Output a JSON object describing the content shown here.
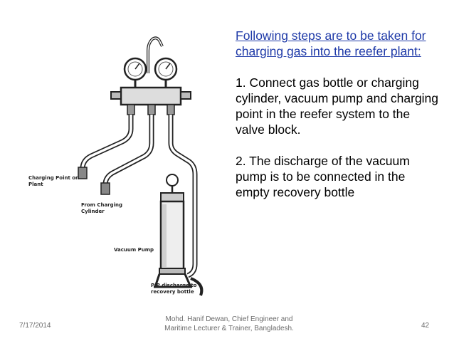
{
  "diagram": {
    "labels": {
      "charging_point": "Charging Point on Plant",
      "from_cylinder": "From Charging Cylinder",
      "vacuum_pump": "Vacuum Pump",
      "discharge": "P/P discharge to recovery bottle"
    }
  },
  "content": {
    "heading": "Following steps are to be taken for charging gas into the reefer plant:",
    "step1": "1. Connect gas bottle or charging cylinder, vacuum pump and charging point in the reefer system to the valve block.",
    "step2": "2. The discharge of the vacuum pump is to be connected in the empty recovery bottle"
  },
  "footer": {
    "date": "7/17/2014",
    "author_line1": "Mohd. Hanif Dewan, Chief Engineer and",
    "author_line2": "Maritime Lecturer & Trainer, Bangladesh.",
    "page": "42"
  }
}
